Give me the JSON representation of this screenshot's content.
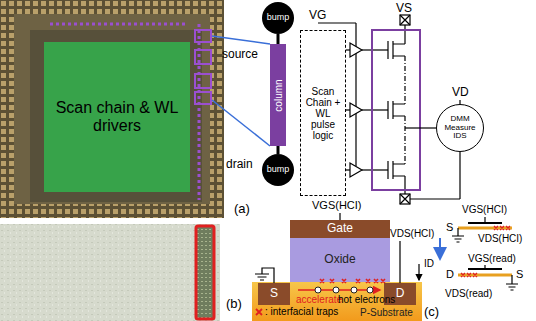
{
  "diagram": {
    "nodes": [
      {
        "text": [
          "Scan chain & WL drivers"
        ]
      },
      {
        "text": [
          "bump"
        ]
      },
      {
        "text": [
          "bump"
        ]
      },
      {
        "text": [
          "column"
        ]
      },
      {
        "text": [
          "Scan Chain + WL pulse logic"
        ]
      },
      {
        "text": [
          "DMM Measure IDS"
        ]
      },
      {
        "text": [
          "Gate"
        ]
      },
      {
        "text": [
          "Oxide"
        ]
      },
      {
        "text": [
          "P-Substrate"
        ]
      },
      {
        "text": [
          "S"
        ],
        "in": 8
      },
      {
        "text": [
          "D"
        ],
        "in": 8
      }
    ],
    "edges": [
      {
        "from": 1,
        "to": 3,
        "arrow": "none"
      },
      {
        "from": 3,
        "to": 2,
        "arrow": "none"
      }
    ],
    "labels": [
      "source",
      "drain",
      "VG",
      "VS",
      "VD",
      "(a)",
      "(b)",
      "VGS(HCI)",
      "VDS(HCI)",
      "ID",
      "accelerate",
      "hot electrons",
      "VGS(HCI)",
      "S",
      "VDS(HCI)",
      "VGS(read)",
      "D",
      "VDS(read)",
      "S",
      "(c)"
    ],
    "legend": [
      {
        "text": ": interfacial traps"
      }
    ]
  }
}
